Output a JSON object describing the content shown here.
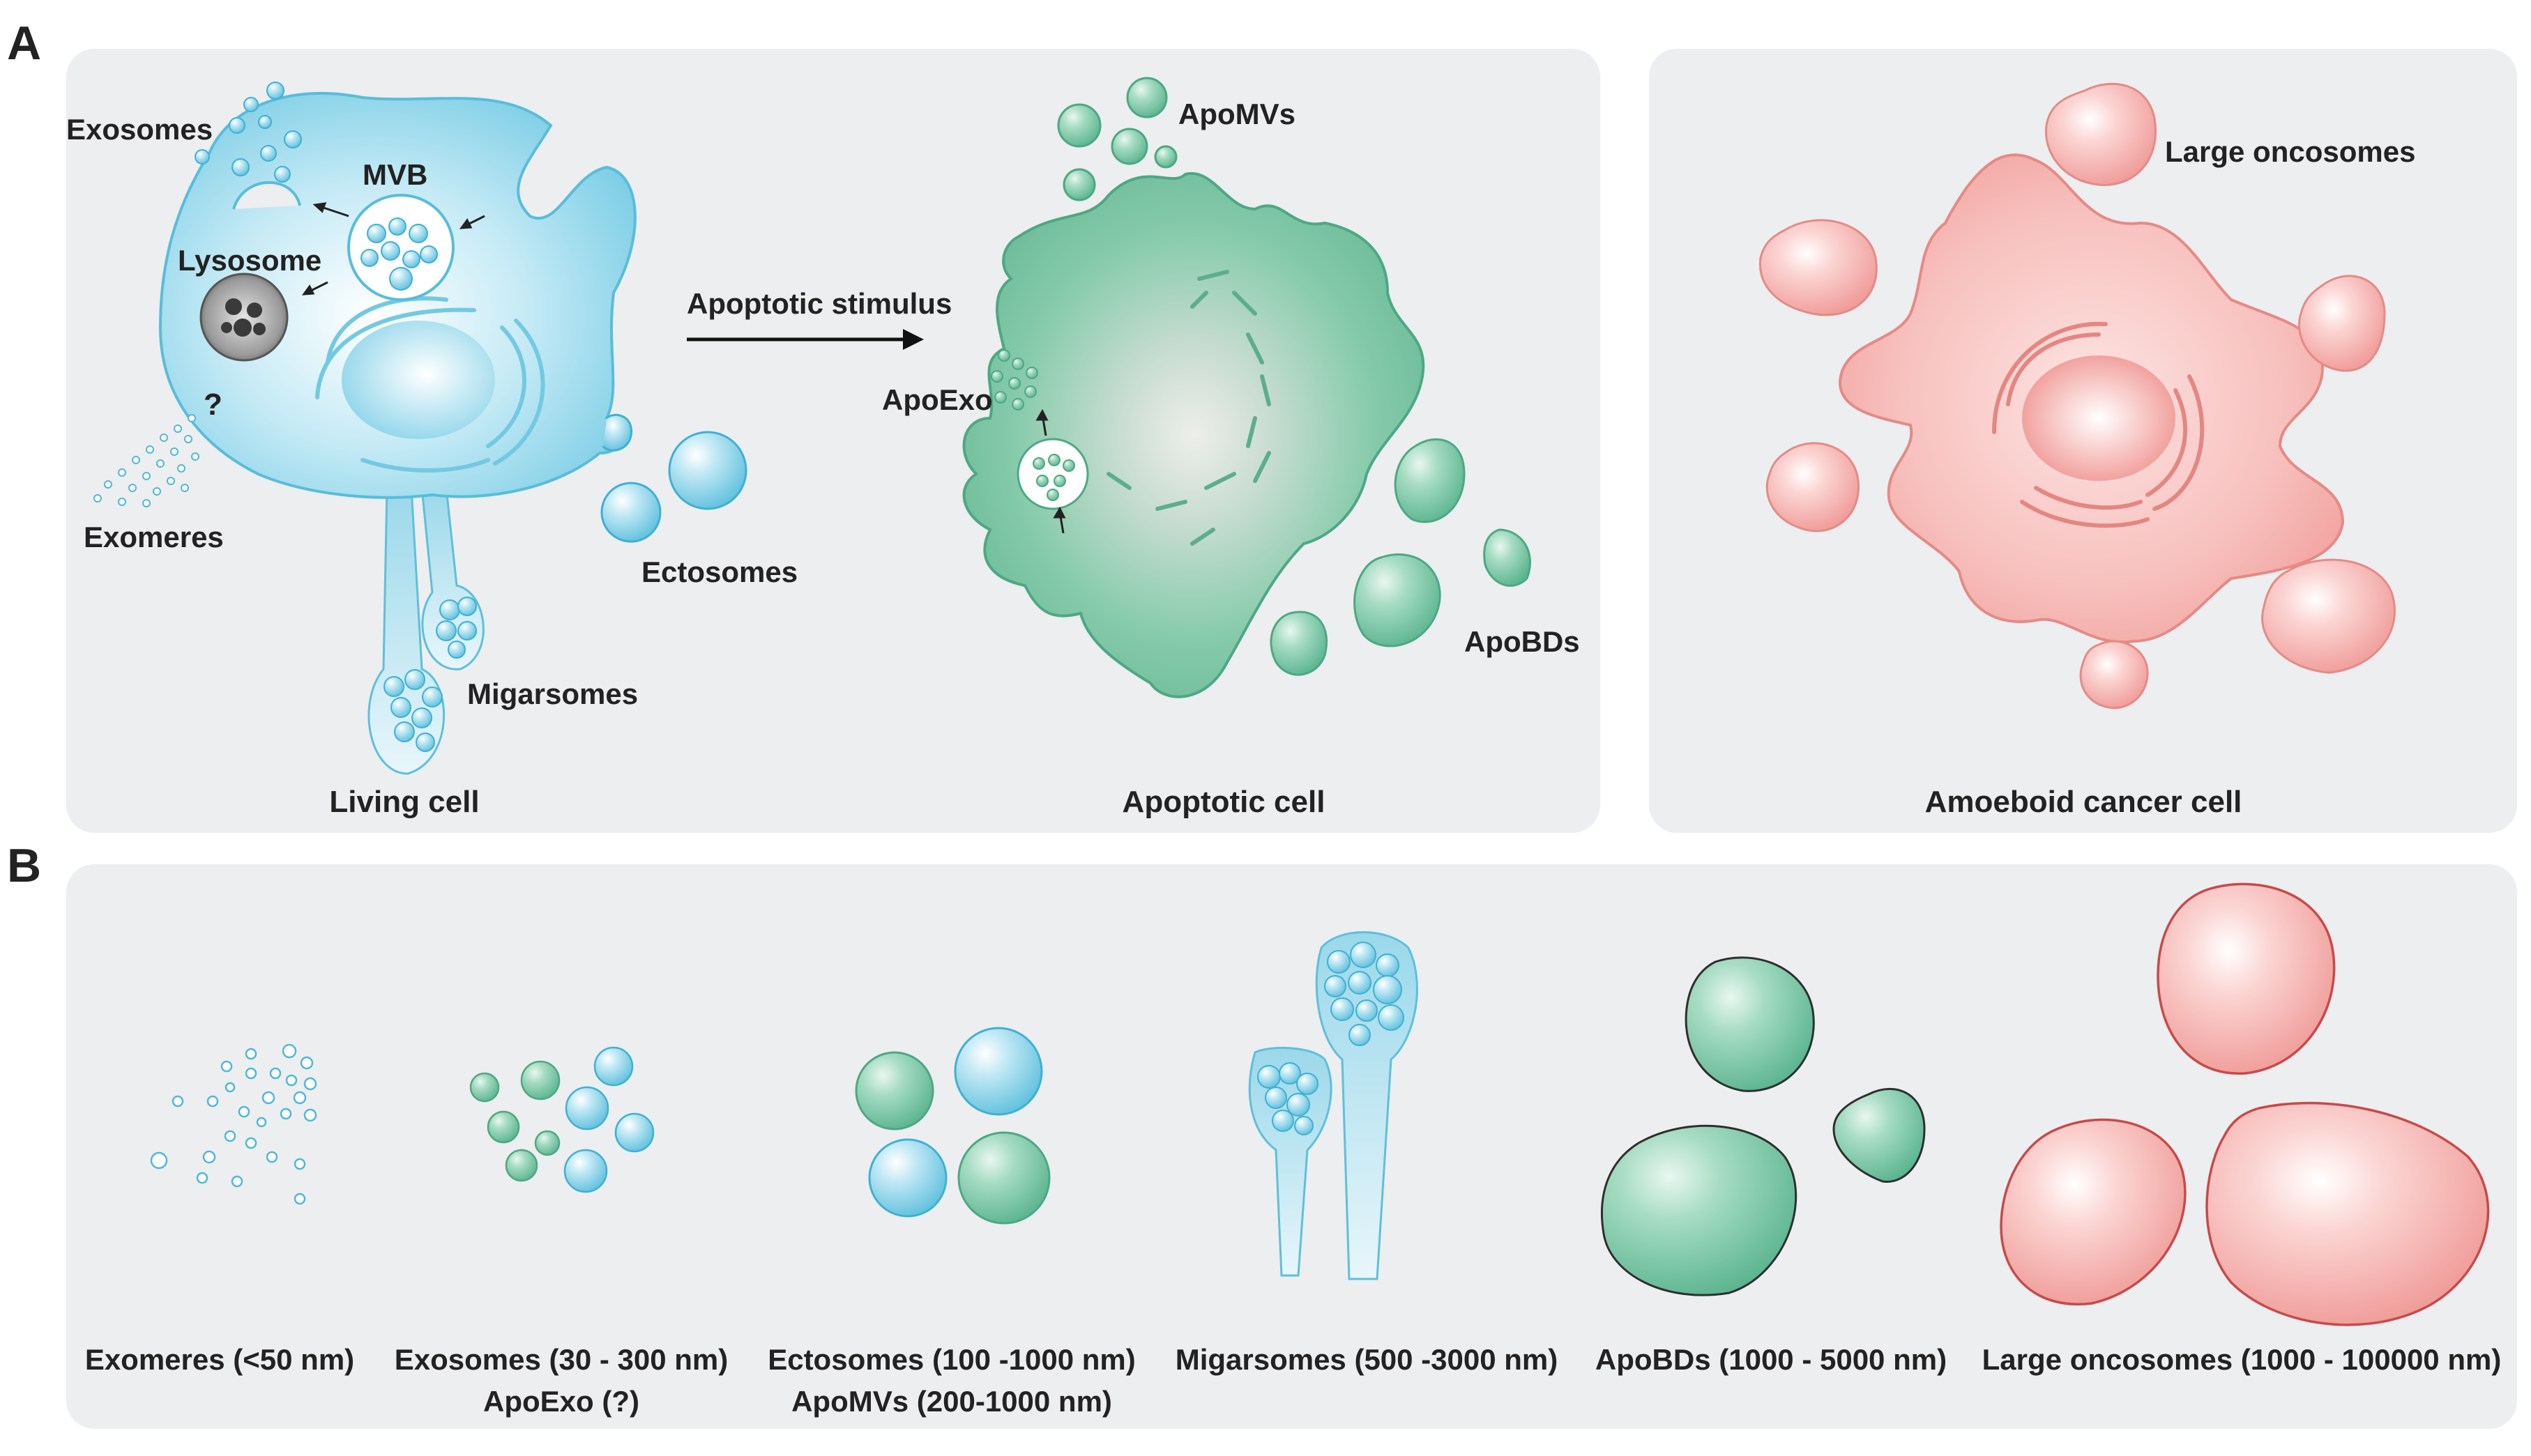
{
  "panels": {
    "a_letter": "A",
    "b_letter": "B"
  },
  "living_cell": {
    "title": "Living cell",
    "labels": {
      "exosomes": "Exosomes",
      "mvb": "MVB",
      "lysosome": "Lysosome",
      "question": "?",
      "exomeres": "Exomeres",
      "ectosomes": "Ectosomes",
      "migarsomes": "Migarsomes"
    }
  },
  "stimulus": {
    "label": "Apoptotic stimulus"
  },
  "apoptotic_cell": {
    "title": "Apoptotic cell",
    "labels": {
      "apomvs": "ApoMVs",
      "apoexo": "ApoExo",
      "apobds": "ApoBDs"
    }
  },
  "amoeboid_cell": {
    "title": "Amoeboid cancer cell",
    "labels": {
      "large_oncosomes": "Large oncosomes"
    }
  },
  "size_scale": [
    {
      "line1": "Exomeres (<50 nm)",
      "line2": ""
    },
    {
      "line1": "Exosomes (30 - 300 nm)",
      "line2": "ApoExo (?)"
    },
    {
      "line1": "Ectosomes (100 -1000 nm)",
      "line2": "ApoMVs (200-1000 nm)"
    },
    {
      "line1": "Migarsomes (500 -3000 nm)",
      "line2": ""
    },
    {
      "line1": "ApoBDs (1000 - 5000 nm)",
      "line2": ""
    },
    {
      "line1": "Large oncosomes (1000 - 100000 nm)",
      "line2": ""
    }
  ],
  "colors": {
    "panel_bg": "#eceef0",
    "blue": "#8fd3e8",
    "green": "#7cc6a8",
    "pink": "#f4a9a6"
  }
}
